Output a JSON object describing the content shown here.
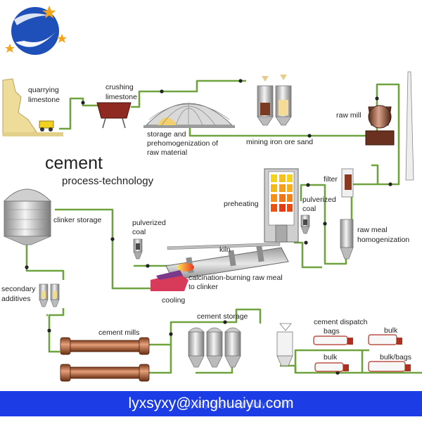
{
  "title": {
    "main": "cement",
    "sub": "process-technology"
  },
  "stages": {
    "quarrying": [
      "quarrying",
      "limestone"
    ],
    "crushing": [
      "crushing",
      "limestone"
    ],
    "storage": [
      "storage and",
      "prehomogenization of",
      "raw material"
    ],
    "mining": "mining iron ore sand",
    "raw_mill": "raw mill",
    "filter": "filter",
    "preheating": "preheating",
    "pulverized_coal_1": [
      "pulverized",
      "coal"
    ],
    "pulverized_coal_2": [
      "pulverized",
      "coal"
    ],
    "raw_meal": [
      "raw meal",
      "homogenization"
    ],
    "kiln": "kiln",
    "calcination": [
      "calcination-burning raw meal",
      "to clinker"
    ],
    "cooling": "cooling",
    "clinker_storage": "clinker storage",
    "secondary_additives": [
      "secondary",
      "additives"
    ],
    "cement_mills": "cement mills",
    "cement_storage": "cement storage",
    "dispatch": [
      "cement dispatch",
      "bags"
    ],
    "bulk_1": "bulk",
    "bulk_2": "bulk",
    "bulk_bags": "bulk/bags"
  },
  "footer": {
    "email": "lyxsyxy@xinghuaiyu.com",
    "watermark": "lyxsyxy@xinghuaiyu.com"
  },
  "colors": {
    "pipe": "#6ea33f",
    "footer_bg": "#1c3ce6",
    "logo_blue": "#1f4fb8",
    "logo_star": "#f5a41a"
  }
}
